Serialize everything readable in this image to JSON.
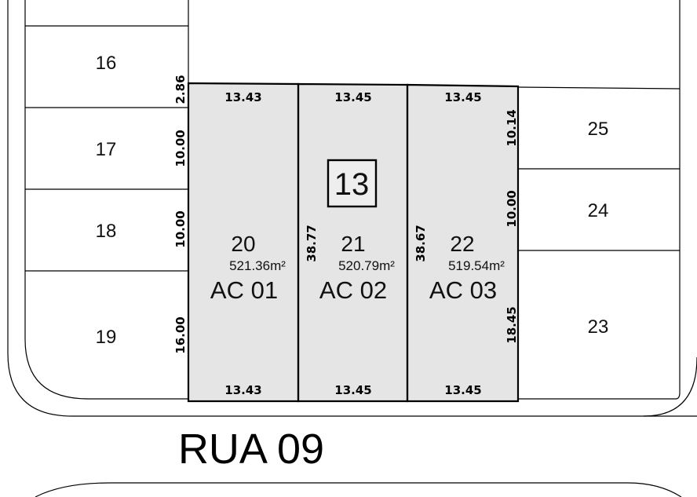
{
  "block_number": "13",
  "street_name": "RUA 09",
  "neighbor_lots": {
    "left": [
      "16",
      "17",
      "18",
      "19"
    ],
    "right": [
      "25",
      "24",
      "23"
    ]
  },
  "highlighted_lots": [
    {
      "number": "20",
      "area": "521.36m²",
      "code": "AC 01",
      "front": "13.43",
      "back": "13.43"
    },
    {
      "number": "21",
      "area": "520.79m²",
      "code": "AC 02",
      "front": "13.45",
      "back": "13.45"
    },
    {
      "number": "22",
      "area": "519.54m²",
      "code": "AC 03",
      "front": "13.45",
      "back": "13.45"
    }
  ],
  "side_dimensions": {
    "left": [
      "2.86",
      "10.00",
      "10.00",
      "16.00"
    ],
    "inner_1": "38.77",
    "inner_2": "38.67",
    "right": [
      "10.14",
      "10.00",
      "18.45"
    ]
  }
}
